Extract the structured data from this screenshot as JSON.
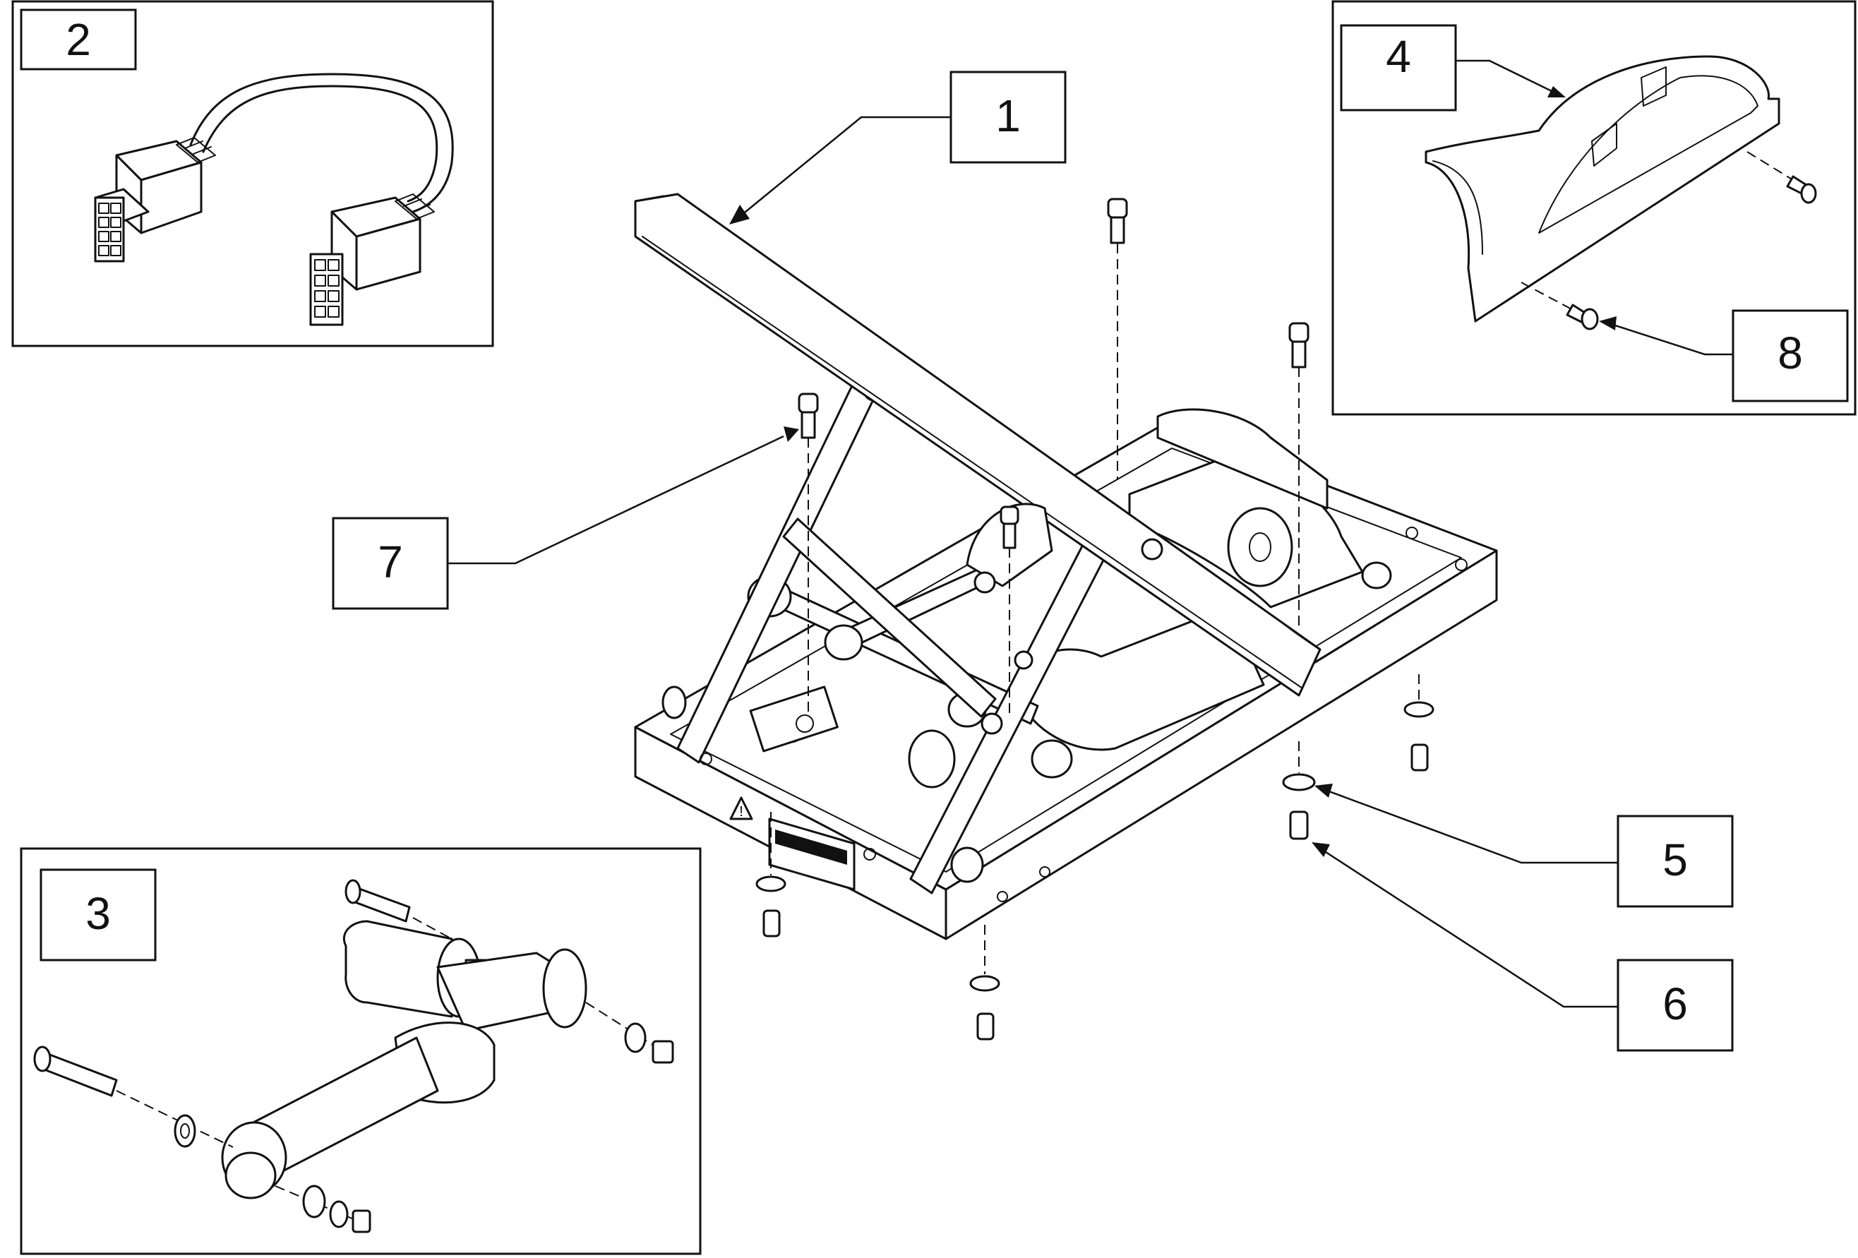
{
  "callouts": [
    {
      "id": "1",
      "label": "1"
    },
    {
      "id": "2",
      "label": "2"
    },
    {
      "id": "3",
      "label": "3"
    },
    {
      "id": "4",
      "label": "4"
    },
    {
      "id": "5",
      "label": "5"
    },
    {
      "id": "6",
      "label": "6"
    },
    {
      "id": "7",
      "label": "7"
    },
    {
      "id": "8",
      "label": "8"
    }
  ],
  "colors": {
    "line": "#111111",
    "background": "#ffffff"
  },
  "icons": {
    "warning": "warning-triangle-icon"
  }
}
